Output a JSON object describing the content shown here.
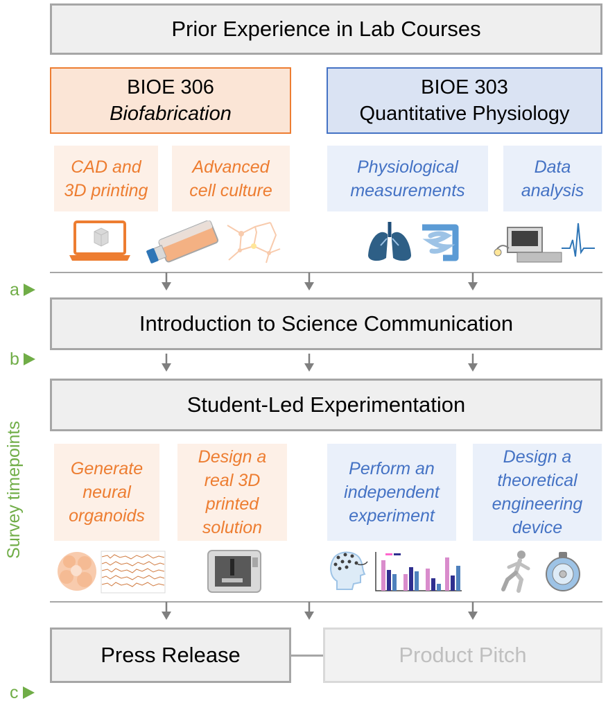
{
  "header": {
    "title": "Prior Experience in Lab Courses"
  },
  "courses": {
    "bioe306": {
      "code": "BIOE 306",
      "name": "Biofabrication"
    },
    "bioe303": {
      "code": "BIOE 303",
      "name": "Quantitative Physiology"
    }
  },
  "prior_topics": {
    "cad": "CAD and\n3D printing",
    "cell": "Advanced\ncell culture",
    "phys": "Physiological\nmeasurements",
    "data": "Data\nanalysis"
  },
  "stages": {
    "intro": "Introduction to Science Communication",
    "experimentation": "Student-Led Experimentation"
  },
  "projects": {
    "organoids": "Generate\nneural\norganoids",
    "design3d": "Design a\nreal 3D\nprinted\nsolution",
    "experiment": "Perform an\nindependent\nexperiment",
    "device": "Design a\ntheoretical\nengineering\ndevice"
  },
  "outputs": {
    "press": "Press Release",
    "pitch": "Product Pitch"
  },
  "timepoints": {
    "axis_label": "Survey timepoints",
    "a": "a",
    "b": "b",
    "c": "c"
  },
  "colors": {
    "orange": "#ED7D31",
    "blue": "#4472C4",
    "green": "#70AD47",
    "gray": "#A6A6A6"
  }
}
